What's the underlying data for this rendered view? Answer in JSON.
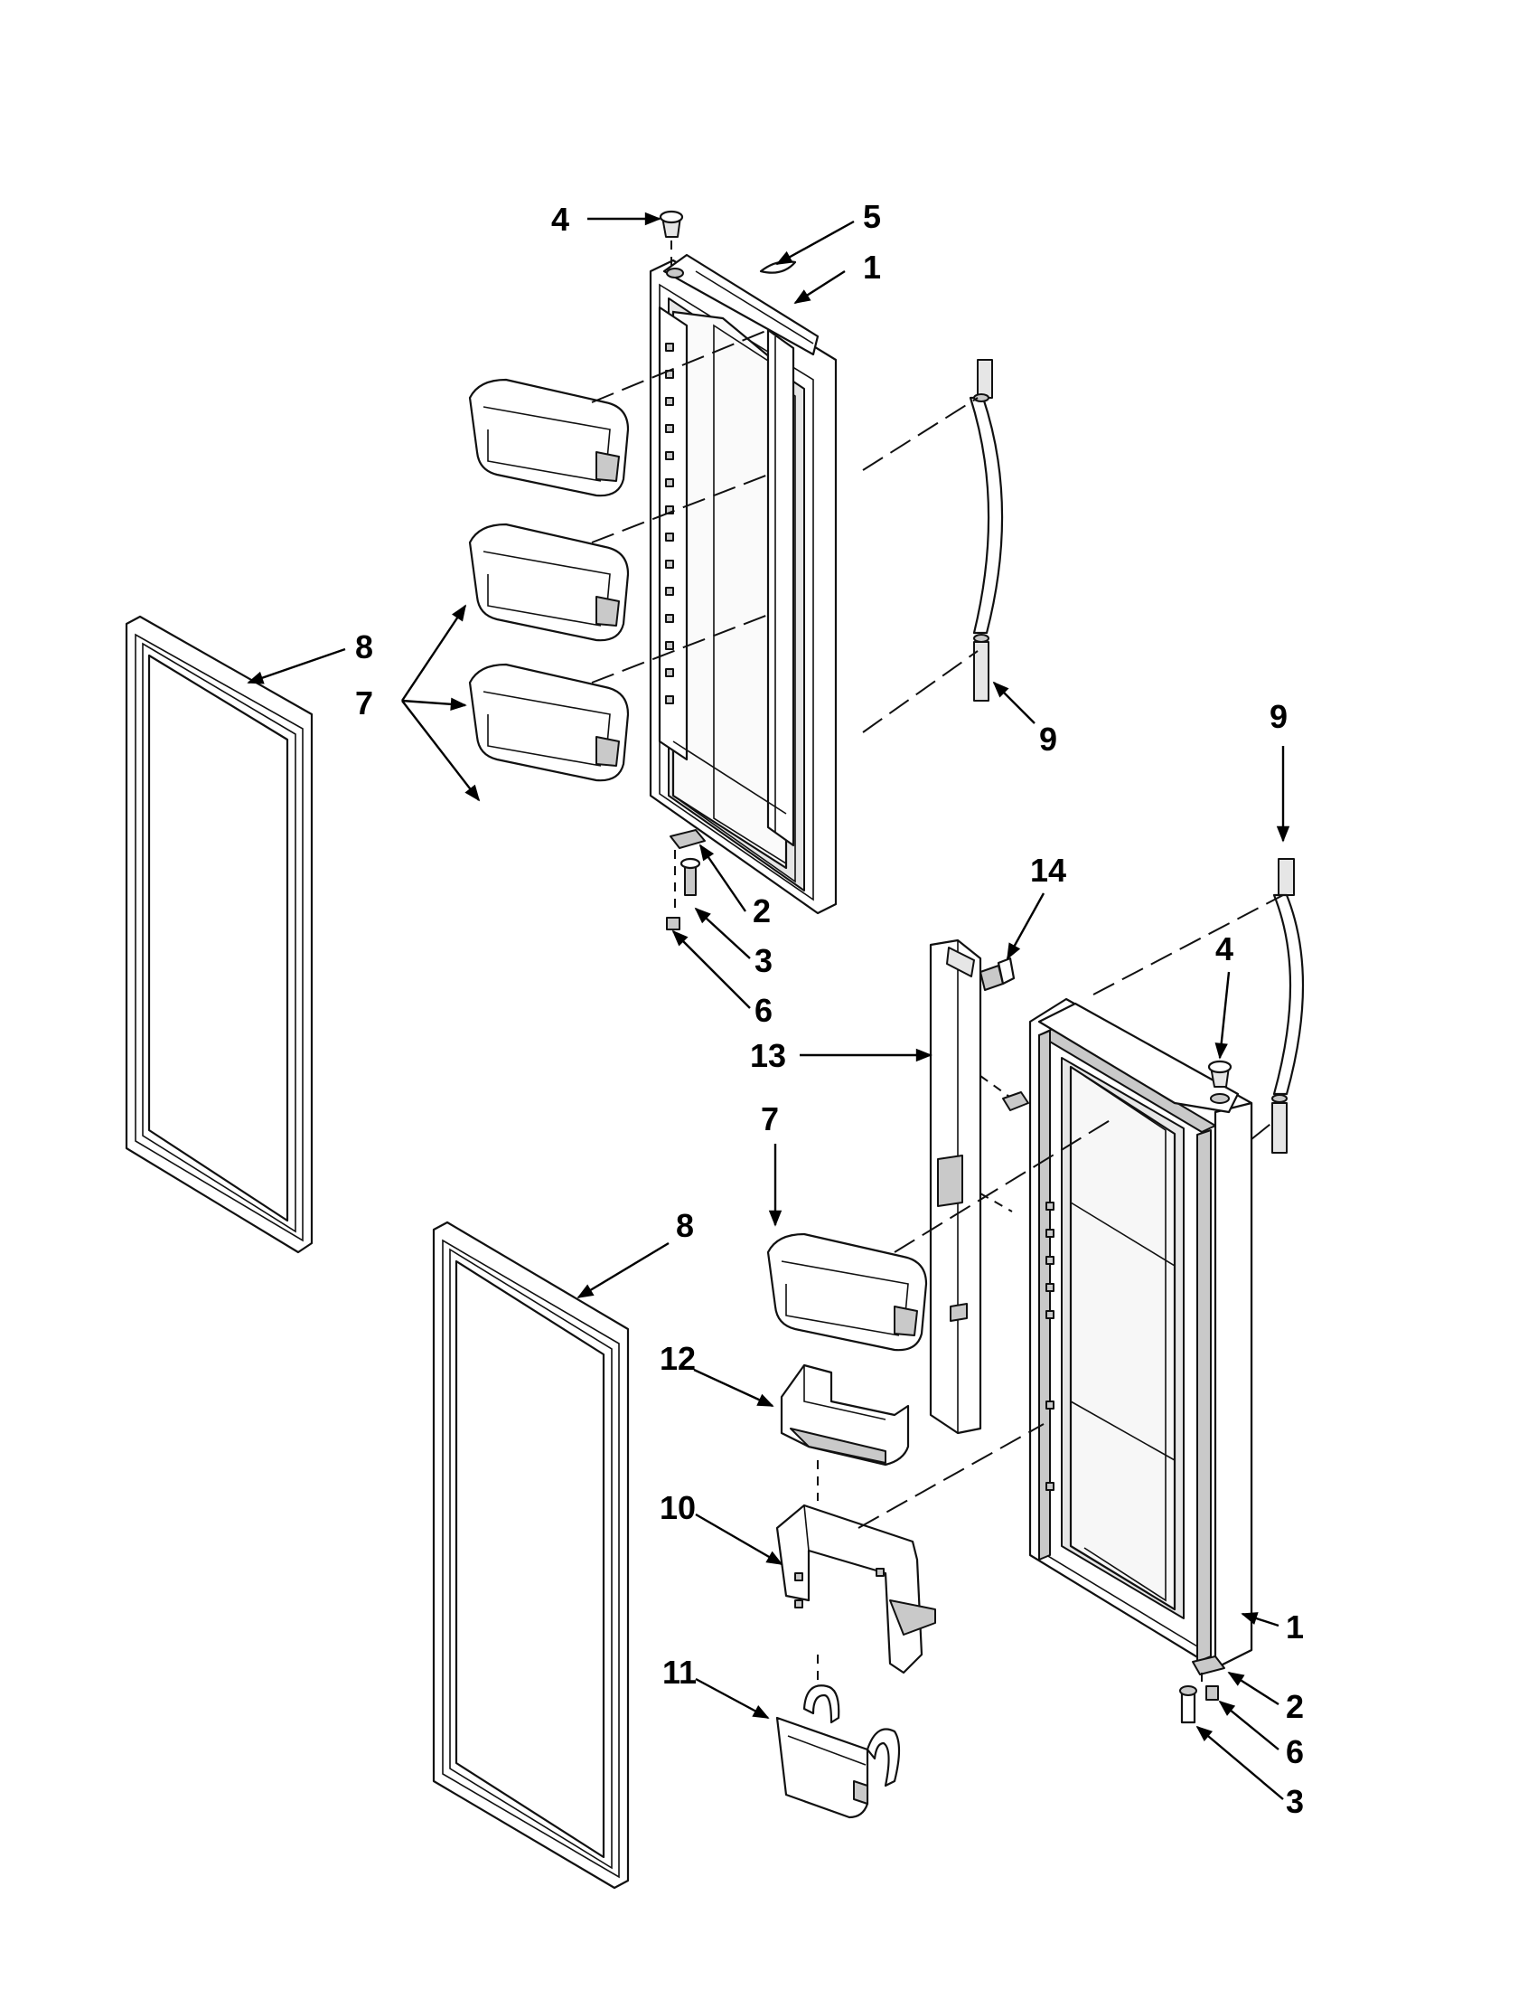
{
  "callouts": [
    {
      "id": "left-door-4",
      "text": "4"
    },
    {
      "id": "left-door-5",
      "text": "5"
    },
    {
      "id": "left-door-1",
      "text": "1"
    },
    {
      "id": "left-gasket-8",
      "text": "8"
    },
    {
      "id": "left-bins-7",
      "text": "7"
    },
    {
      "id": "left-handle-9",
      "text": "9"
    },
    {
      "id": "left-hinge-2",
      "text": "2"
    },
    {
      "id": "left-hinge-3",
      "text": "3"
    },
    {
      "id": "left-hinge-6",
      "text": "6"
    },
    {
      "id": "right-handle-9",
      "text": "9"
    },
    {
      "id": "mullion-screw-14",
      "text": "14"
    },
    {
      "id": "right-door-4",
      "text": "4"
    },
    {
      "id": "mullion-13",
      "text": "13"
    },
    {
      "id": "right-bin-7",
      "text": "7"
    },
    {
      "id": "right-gasket-8",
      "text": "8"
    },
    {
      "id": "bin-12",
      "text": "12"
    },
    {
      "id": "bracket-10",
      "text": "10"
    },
    {
      "id": "bin-11",
      "text": "11"
    },
    {
      "id": "right-door-1",
      "text": "1"
    },
    {
      "id": "right-hinge-2",
      "text": "2"
    },
    {
      "id": "right-hinge-6",
      "text": "6"
    },
    {
      "id": "right-hinge-3",
      "text": "3"
    }
  ],
  "colors": {
    "line": "#111111",
    "fill": "#ffffff",
    "shade": "#c9c9c9"
  }
}
